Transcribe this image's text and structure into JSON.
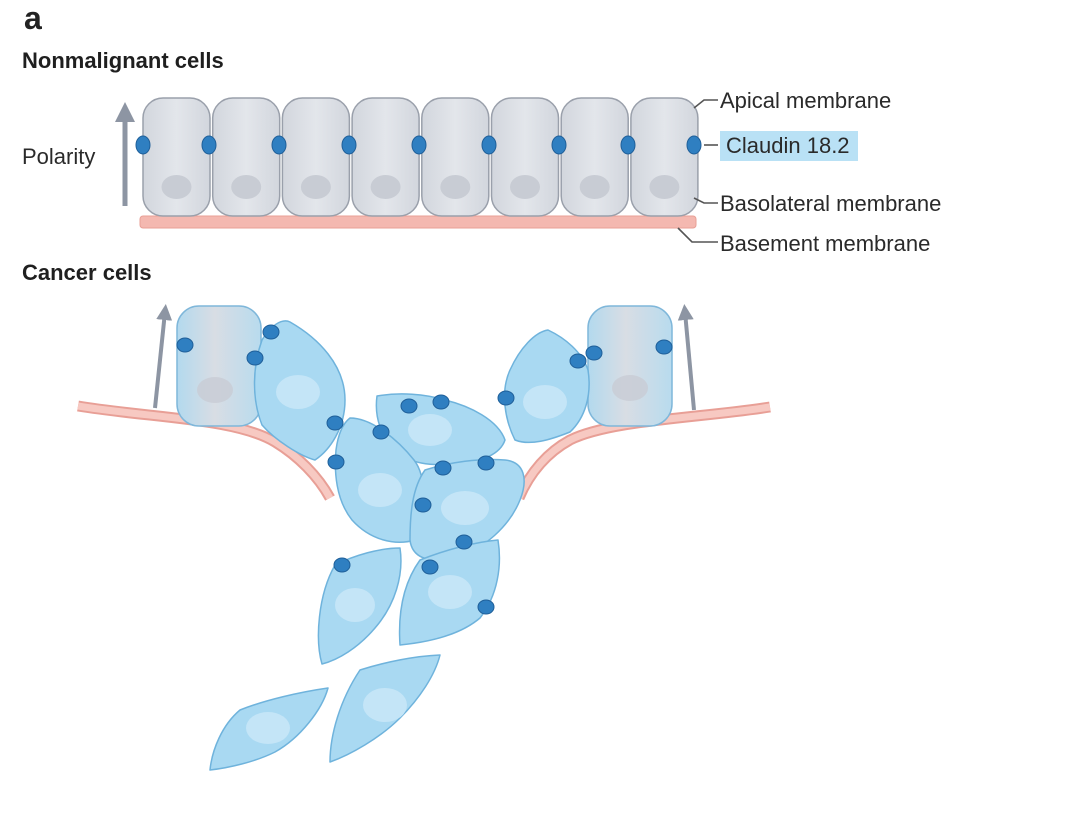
{
  "panel_label": "a",
  "sections": {
    "nonmalignant": "Nonmalignant cells",
    "cancer": "Cancer cells"
  },
  "labels": {
    "polarity": "Polarity",
    "apical_membrane": "Apical membrane",
    "claudin": "Claudin 18.2",
    "basolateral_membrane": "Basolateral membrane",
    "basement_membrane": "Basement membrane"
  },
  "colors": {
    "normal_cell_fill": "#dcdfe5",
    "normal_cell_stroke": "#9aa0ab",
    "cancer_cell_fill": "#a9d9f2",
    "cancer_cell_stroke": "#6fb3dc",
    "claudin_dot": "#2f7fc1",
    "basement_membrane": "#f4b8b0",
    "arrow": "#8d95a3",
    "claudin_highlight": "#b9e1f5"
  }
}
